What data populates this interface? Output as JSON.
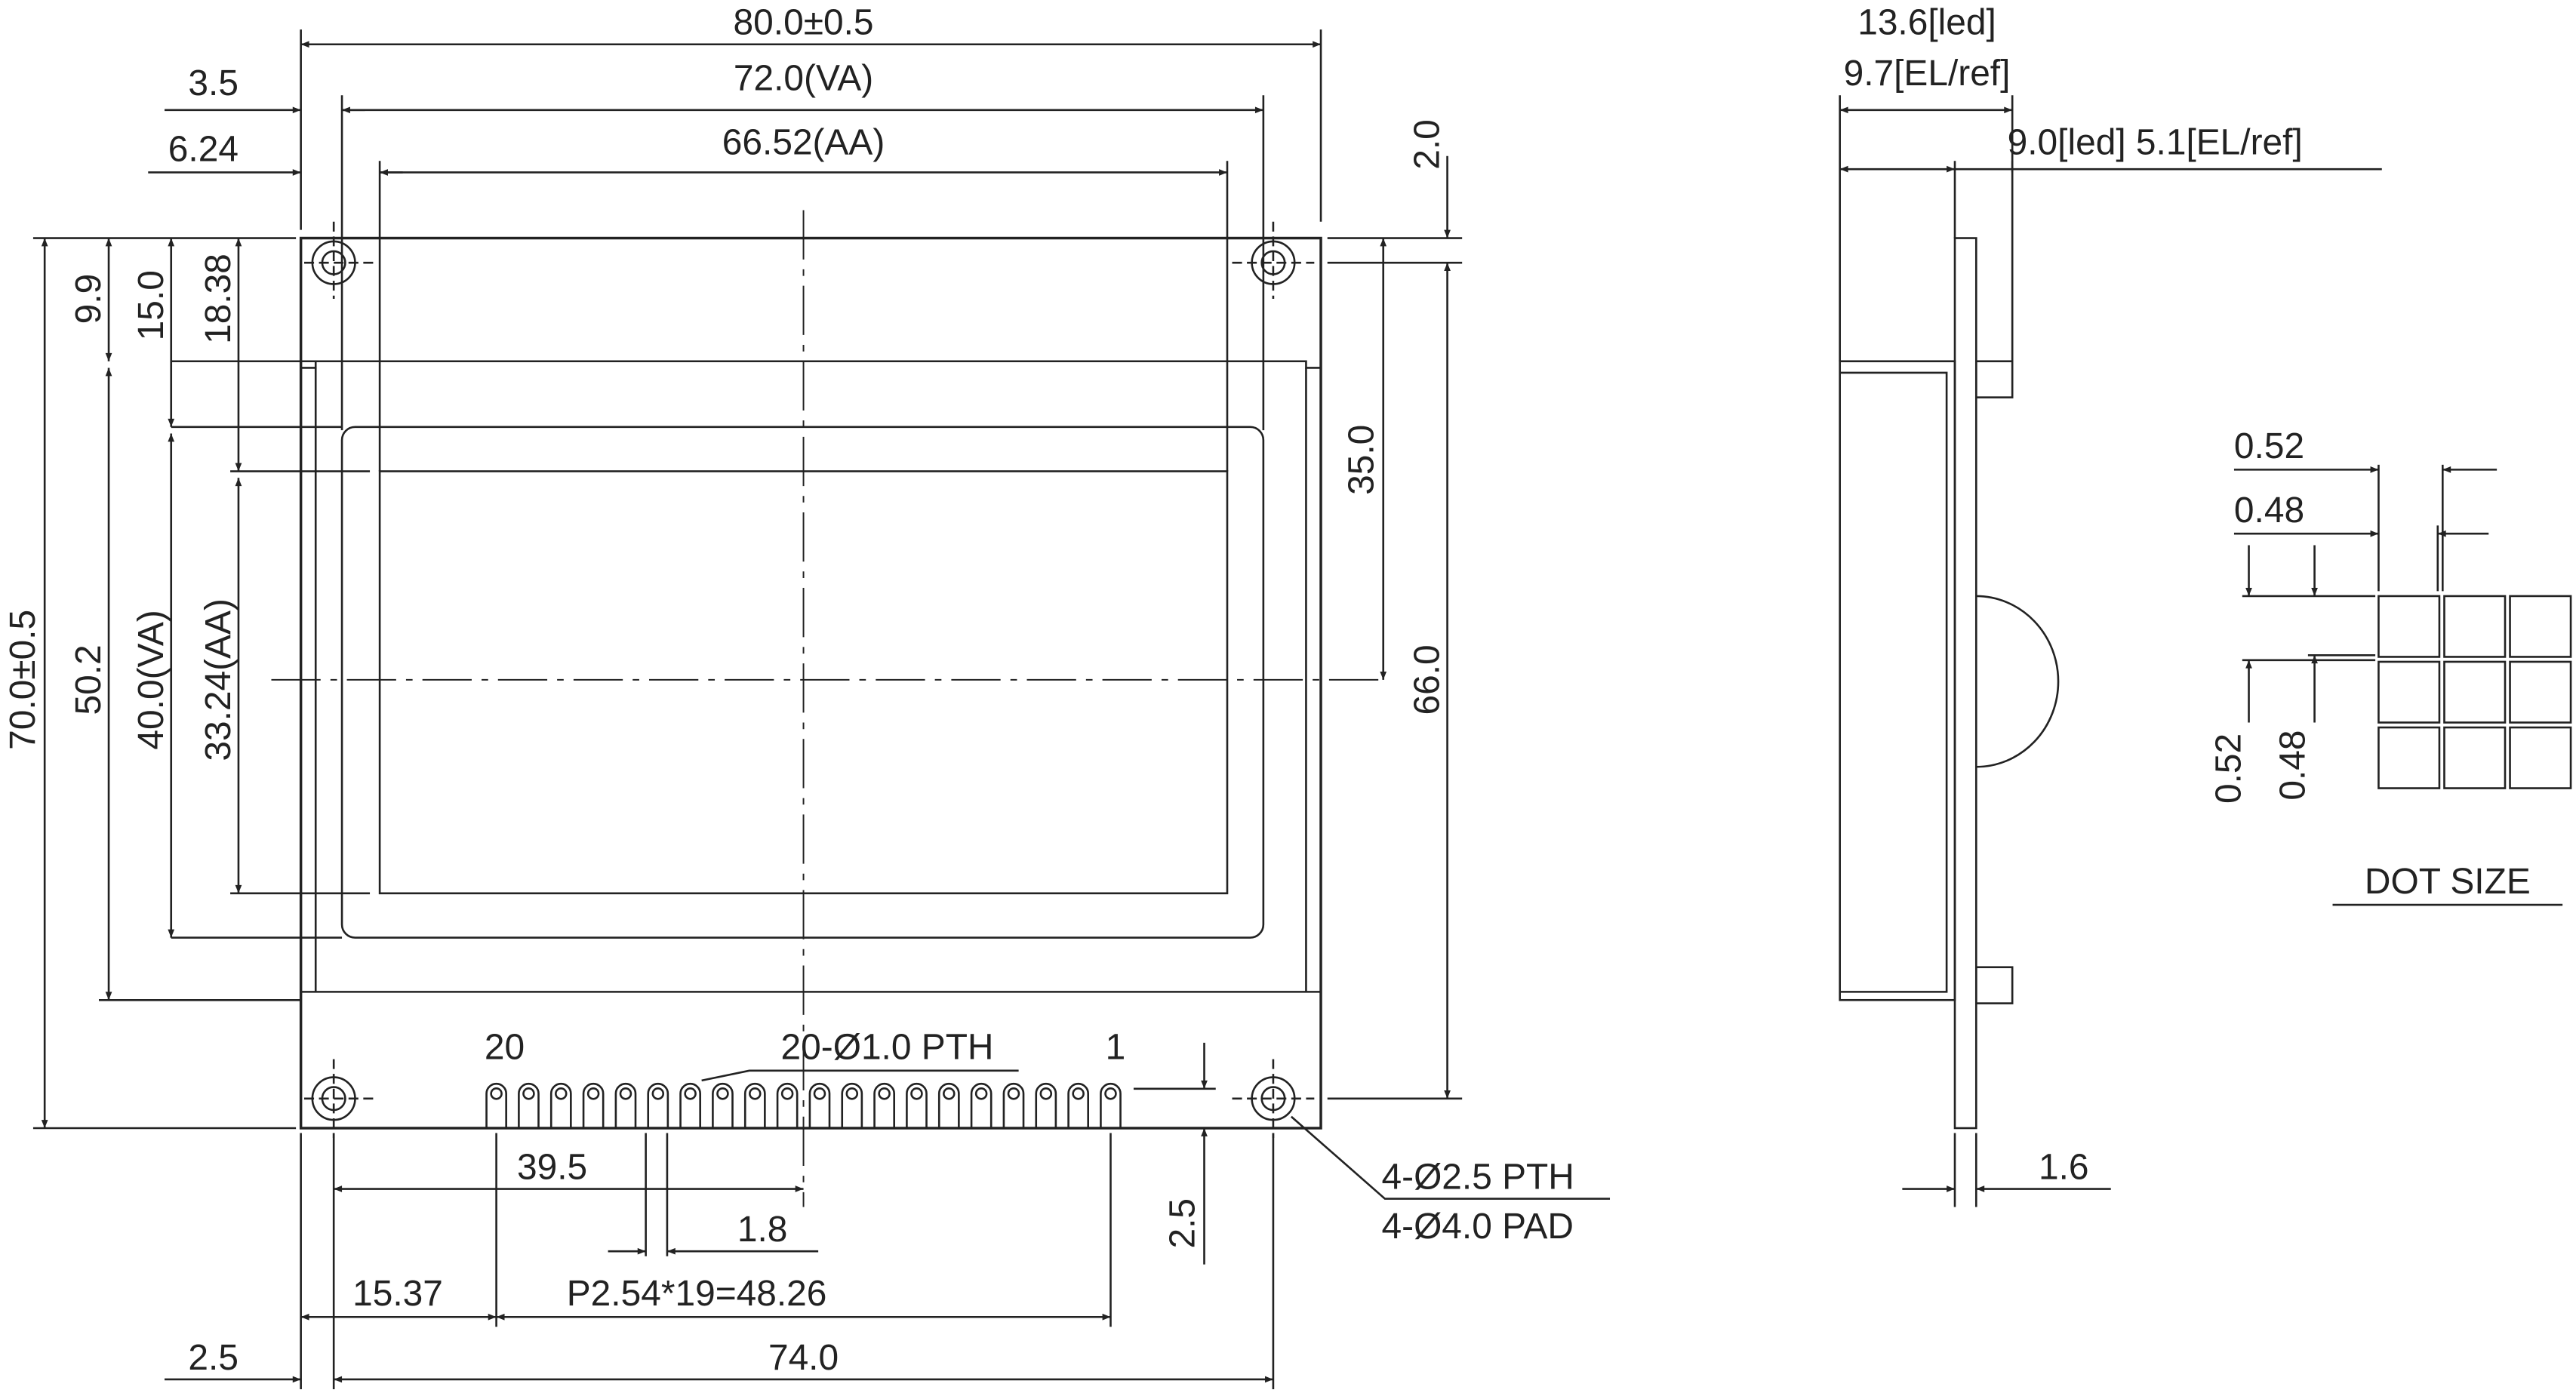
{
  "front_view": {
    "dims": {
      "overall_width": "80.0±0.5",
      "va_width": "72.0(VA)",
      "aa_width": "66.52(AA)",
      "offset_va_left": "3.5",
      "offset_aa_left": "6.24",
      "top_margin": "2.0",
      "dim_9_9": "9.9",
      "dim_15_0": "15.0",
      "dim_18_38": "18.38",
      "overall_height": "70.0±0.5",
      "dim_50_2": "50.2",
      "va_height": "40.0(VA)",
      "aa_height": "33.24(AA)",
      "dim_35_0": "35.0",
      "dim_66_0": "66.0",
      "pin_20": "20",
      "pin_1": "1",
      "pth_label": "20-Ø1.0 PTH",
      "dim_39_5": "39.5",
      "dim_1_8": "1.8",
      "dim_2_5_vert": "2.5",
      "dim_15_37": "15.37",
      "pitch_label": "P2.54*19=48.26",
      "dim_2_5_bottom": "2.5",
      "dim_74_0": "74.0",
      "mount_pth": "4-Ø2.5 PTH",
      "mount_pad": "4-Ø4.0 PAD"
    }
  },
  "side_view": {
    "dims": {
      "led_thickness": "13.6[led]",
      "el_thickness": "9.7[EL/ref]",
      "body_thickness": "9.0[led] 5.1[EL/ref]",
      "pcb_thickness": "1.6"
    }
  },
  "dot_size": {
    "title": "DOT SIZE",
    "pitch_h": "0.52",
    "dot_h": "0.48",
    "pitch_v": "0.52",
    "dot_v": "0.48"
  }
}
